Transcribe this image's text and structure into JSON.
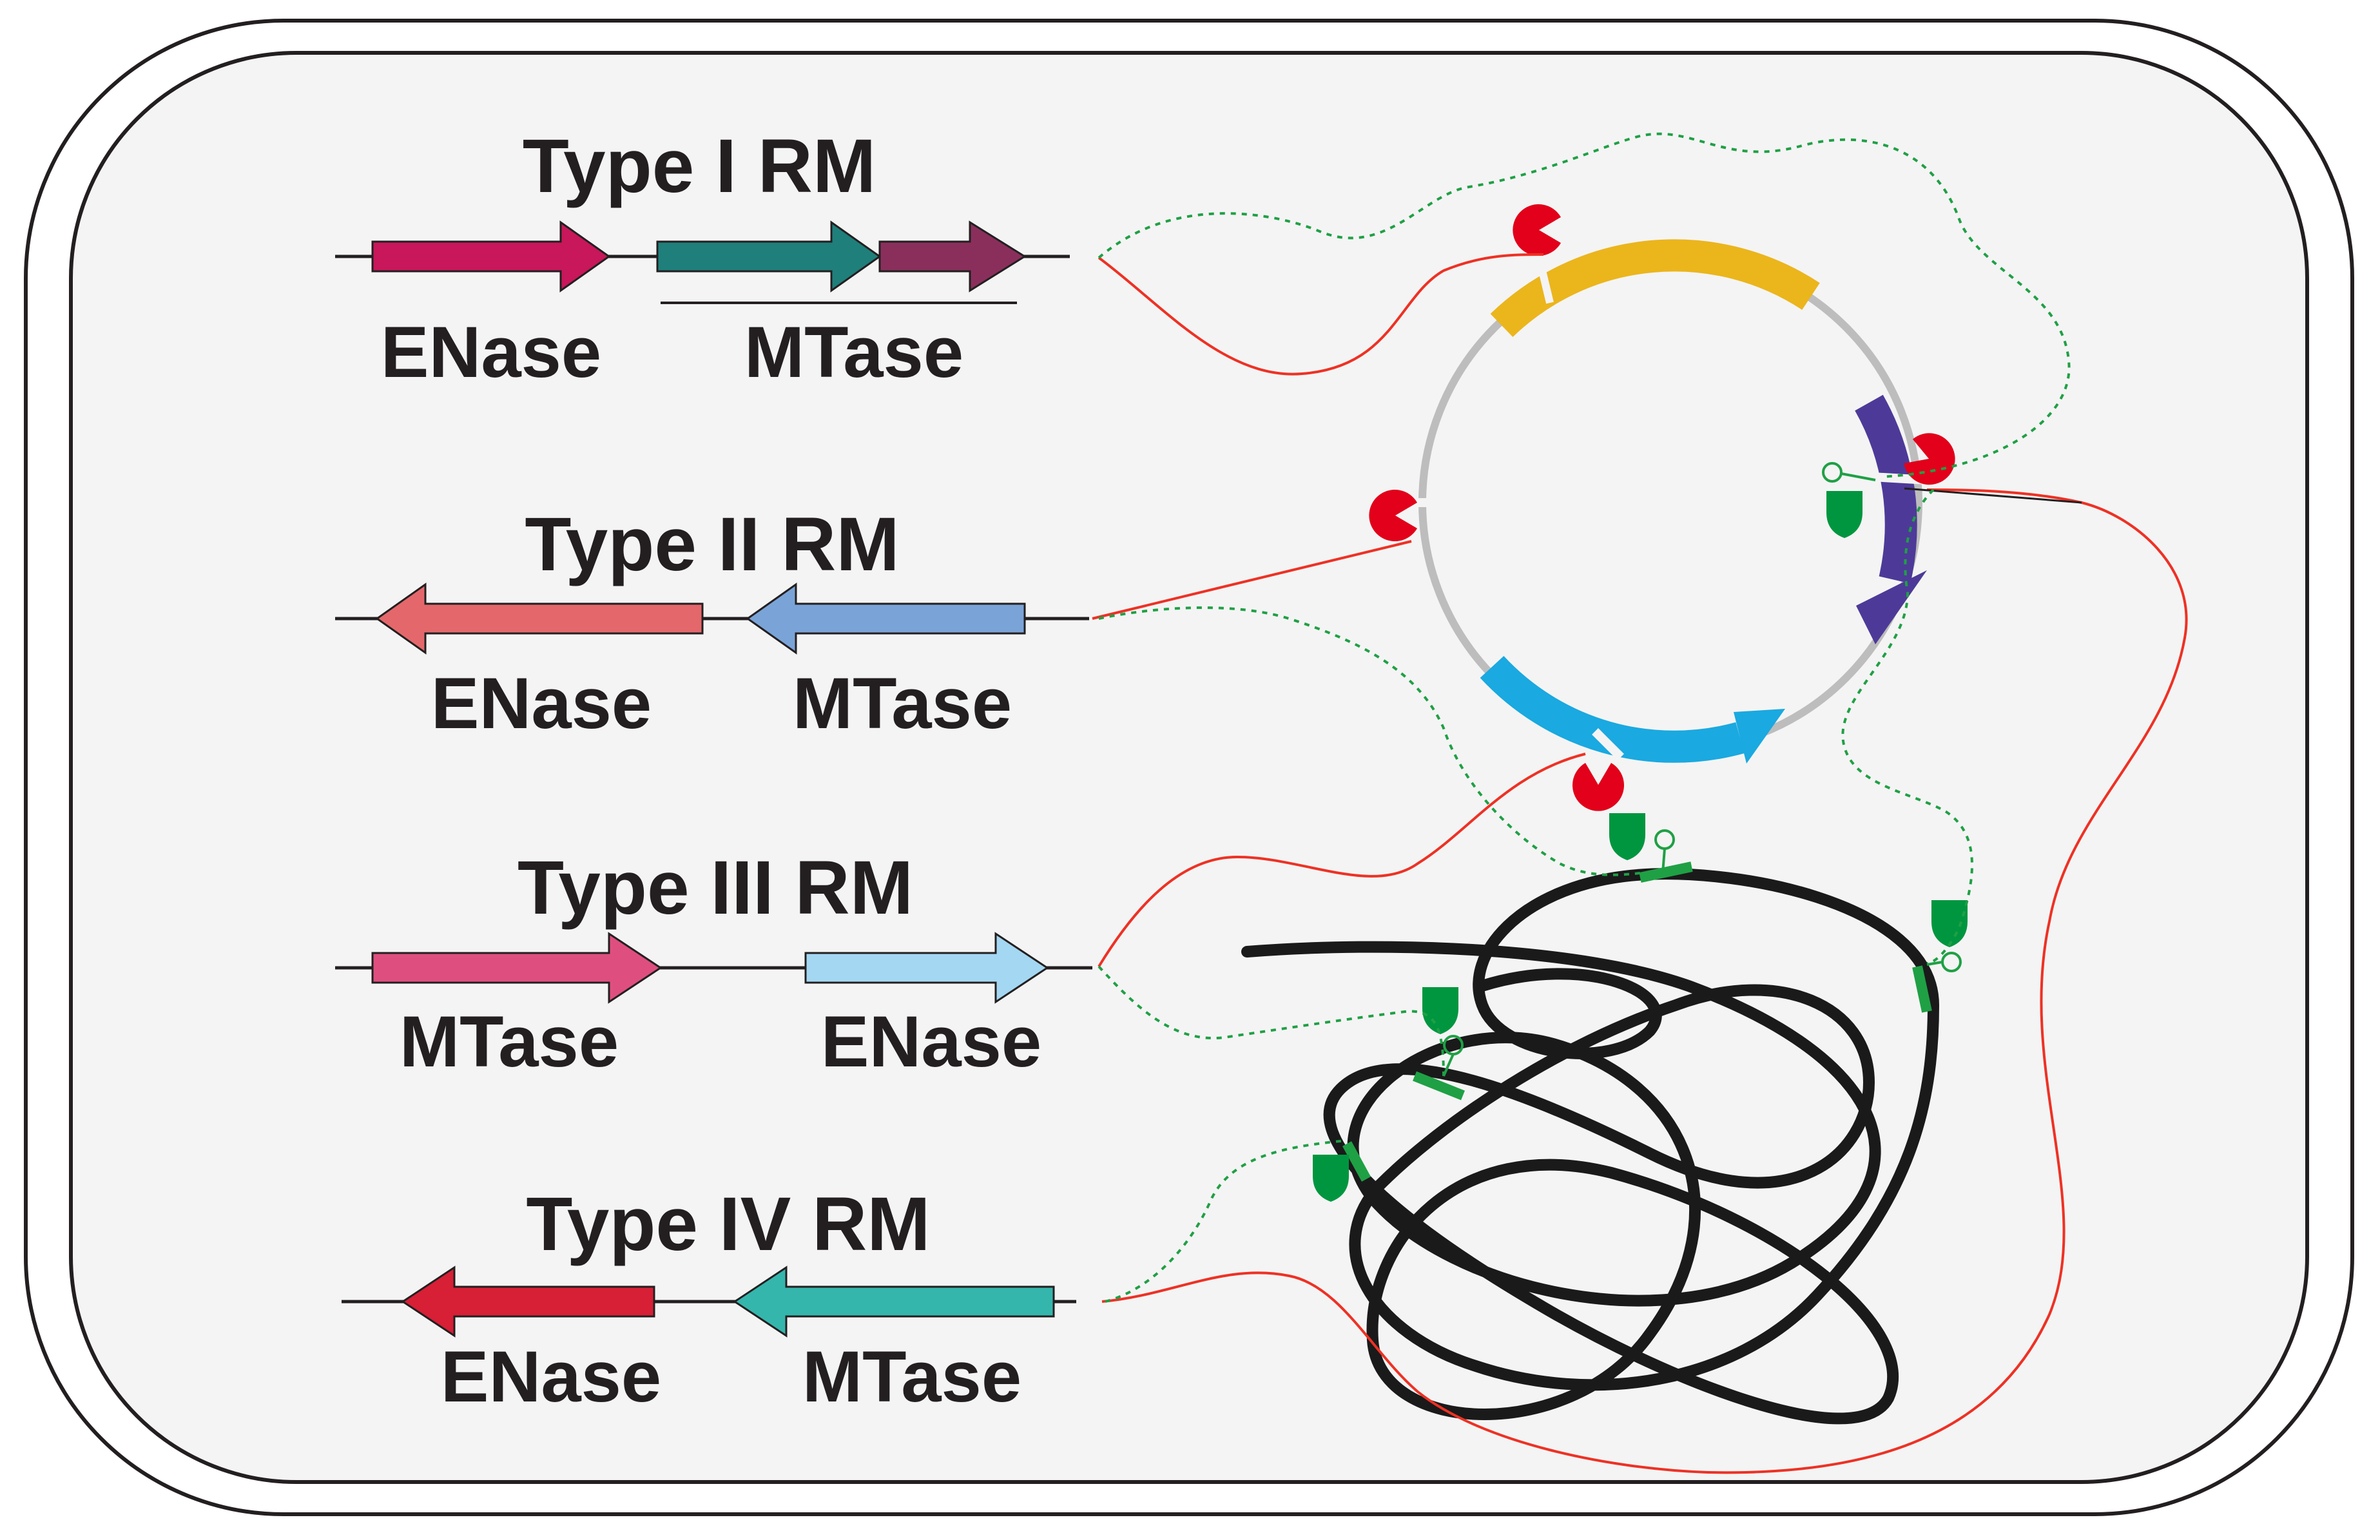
{
  "systems": [
    {
      "title": "Type I RM",
      "gene_labels": [
        "ENase",
        "MTase"
      ]
    },
    {
      "title": "Type II RM",
      "gene_labels": [
        "ENase",
        "MTase"
      ]
    },
    {
      "title": "Type III RM",
      "gene_labels": [
        "MTase",
        "ENase"
      ]
    },
    {
      "title": "Type IV RM",
      "gene_labels": [
        "ENase",
        "MTase"
      ]
    }
  ],
  "colors": {
    "cell_wall": "#231f20",
    "cell_fill": "#f4f4f4",
    "endonuclease_path": "#ee3124",
    "methylation_path": "#1fa045",
    "cut_marker": "#e2001a",
    "methyl_shield": "#00963f",
    "plasmid_backbone": "#bdbdbd",
    "chromosome": "#1a1a1a",
    "type1_enase": "#c8175a",
    "type1_mtase_a": "#1f7f7b",
    "type1_mtase_b": "#8a2f5c",
    "type2_enase": "#e4686b",
    "type2_mtase": "#7aa4d8",
    "type3_mtase": "#de4f7f",
    "type3_enase": "#a4d7f2",
    "type4_enase": "#d71f36",
    "type4_mtase": "#34b6ad",
    "plasmid_gene_yellow": "#ebb51c",
    "plasmid_gene_purple": "#4d3a98",
    "plasmid_gene_blue": "#1aa9e0"
  },
  "icons": [
    "cut-site-pacman-icon",
    "methyl-shield-icon",
    "methyl-lollipop-icon"
  ]
}
